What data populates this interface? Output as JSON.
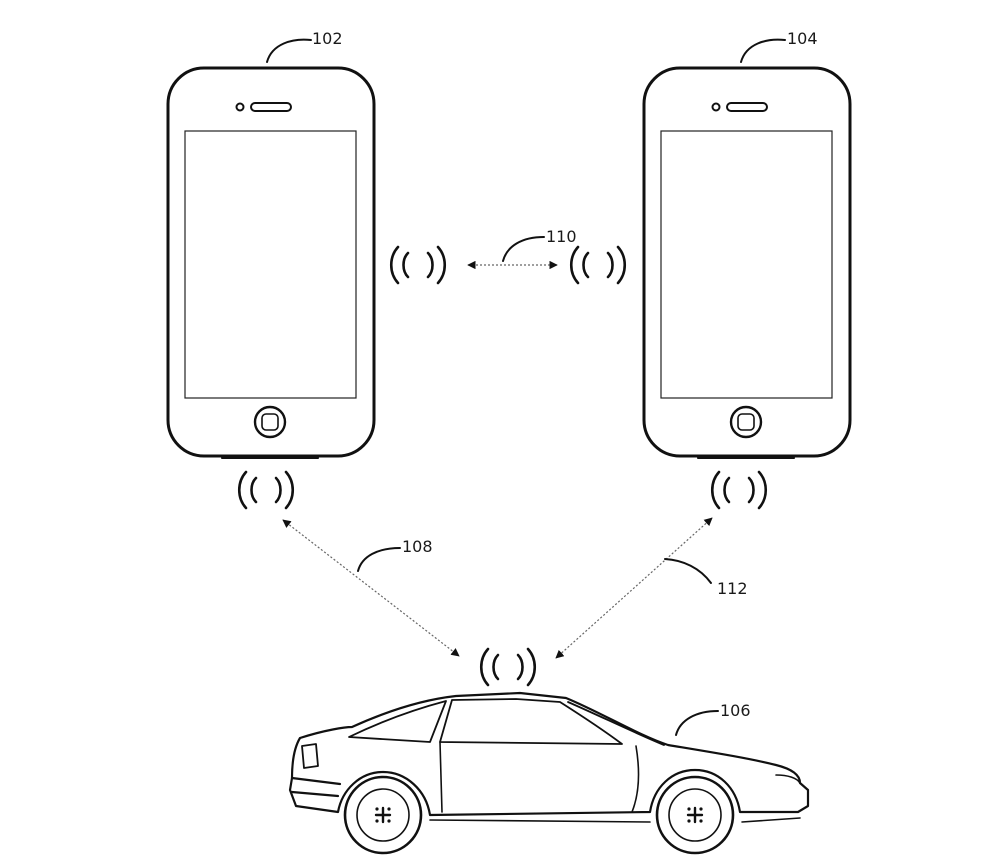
{
  "figure": {
    "labels": {
      "phone_left": "102",
      "phone_right": "104",
      "vehicle": "106",
      "link_left_vehicle": "108",
      "link_phones": "110",
      "link_right_vehicle": "112"
    }
  }
}
